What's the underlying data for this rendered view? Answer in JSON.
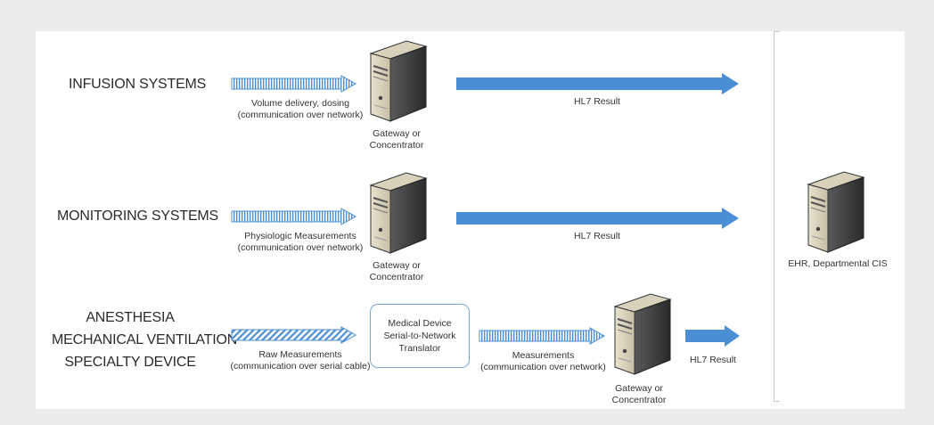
{
  "systems": {
    "infusion": "INFUSION SYSTEMS",
    "monitoring": "MONITORING SYSTEMS",
    "anesthesia": [
      "ANESTHESIA",
      "MECHANICAL VENTILATION",
      "SPECIALTY DEVICE"
    ]
  },
  "flows": {
    "infusion": [
      "Volume delivery, dosing",
      "(communication  over network)"
    ],
    "monitoring": [
      "Physiologic Measurements",
      "(communication  over network)"
    ],
    "raw": [
      "Raw Measurements",
      "(communication  over serial cable)"
    ],
    "measurements": [
      "Measurements",
      "(communication  over network)"
    ]
  },
  "gateway": [
    "Gateway or",
    "Concentrator"
  ],
  "translator": [
    "Medical Device",
    "Serial-to-Network",
    "Translator"
  ],
  "hl7_result": "HL7 Result",
  "ehr": "EHR, Departmental  CIS",
  "colors": {
    "arrow_blue": "#4a8fd4",
    "outline": "#7aa6d6",
    "background": "#ececec"
  }
}
